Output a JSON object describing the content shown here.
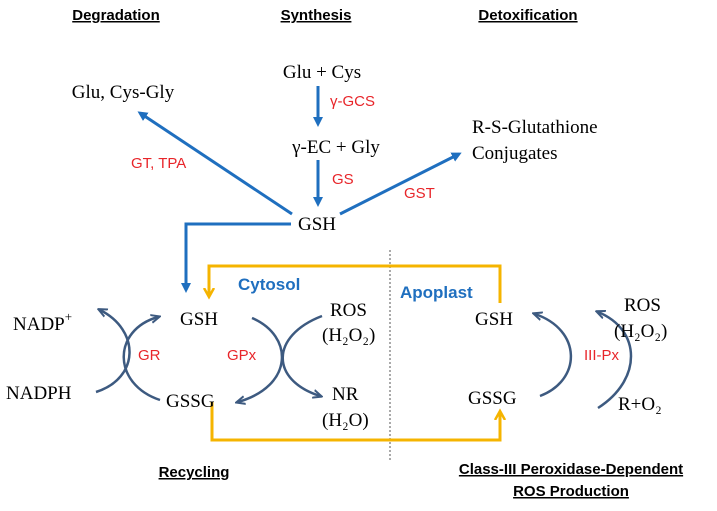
{
  "headings": {
    "degradation": "Degradation",
    "synthesis": "Synthesis",
    "detoxification": "Detoxification",
    "recycling": "Recycling",
    "class3_line1": "Class-III Peroxidase-Dependent",
    "class3_line2": "ROS Production"
  },
  "compartments": {
    "cytosol": "Cytosol",
    "apoplast": "Apoplast"
  },
  "metabolites": {
    "glu_cys": "Glu + Cys",
    "gamma_ec": "γ-EC + Gly",
    "gsh_main": "GSH",
    "glu_cysgly": "Glu, Cys-Gly",
    "conj_line1": "R-S-Glutathione",
    "conj_line2": "Conjugates",
    "nadp": "NADP",
    "nadp_sup": "+",
    "nadph": "NADPH",
    "gsh_cyt": "GSH",
    "gssg_cyt": "GSSG",
    "ros_cyt": "ROS",
    "h2o2_cyt": "(H₂O₂)",
    "nr": "NR",
    "h2o": "(H₂O)",
    "gsh_apo": "GSH",
    "gssg_apo": "GSSG",
    "ros_apo": "ROS",
    "h2o2_apo": "(H₂O₂)",
    "r_o2": "R+O₂"
  },
  "enzymes": {
    "gamma_gcs": "γ-GCS",
    "gs": "GS",
    "gt_tpa": "GT, TPA",
    "gst": "GST",
    "gr": "GR",
    "gpx": "GPx",
    "iii_px": "III-Px"
  },
  "colors": {
    "text": "#000000",
    "enzyme": "#e8252a",
    "compartment_label": "#1f6fbf",
    "arrow_blue": "#1f6fbf",
    "curve_blue": "#3d5a80",
    "transport_yellow": "#f5b400",
    "divider": "#555555"
  }
}
